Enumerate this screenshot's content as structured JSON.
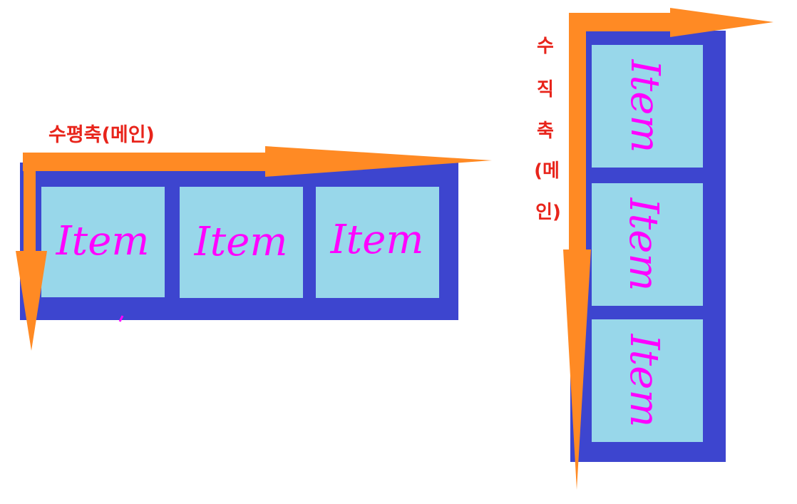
{
  "colors": {
    "container": "#3d45cf",
    "item_fill": "#98d7ea",
    "item_text": "#ff00ff",
    "arrow": "#ff8a24",
    "label": "#e8241b",
    "background": "#ffffff"
  },
  "horizontal_diagram": {
    "axis_label": "수평축(메인)",
    "items": [
      {
        "label": "Item"
      },
      {
        "label": "Item"
      },
      {
        "label": "Item"
      }
    ]
  },
  "vertical_diagram": {
    "axis_label_chars": [
      "수",
      "직",
      "축",
      "(메",
      "인)"
    ],
    "items": [
      {
        "label": "Item"
      },
      {
        "label": "Item"
      },
      {
        "label": "Item"
      }
    ]
  }
}
